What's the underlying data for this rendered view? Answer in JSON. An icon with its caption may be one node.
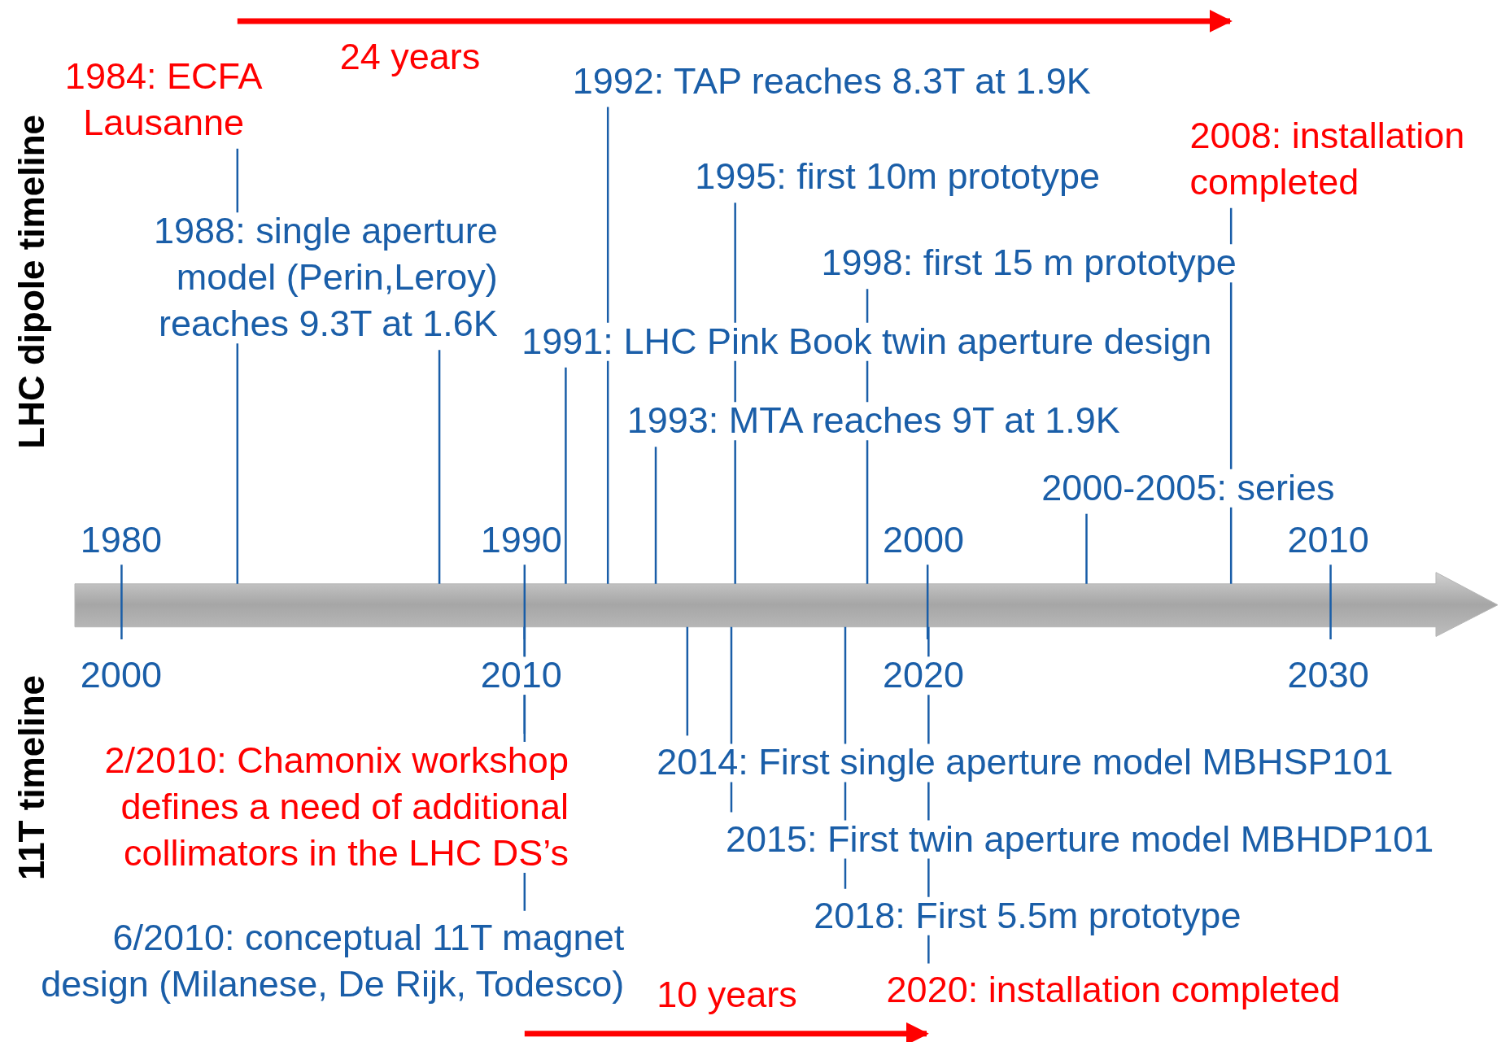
{
  "diagram": {
    "nodes": [
      {
        "text": [
          "1984: ECFA Lausanne"
        ]
      },
      {
        "text": [
          "1988: single aperture model (Perin,Leroy) reaches 9.3T at 1.6K"
        ]
      },
      {
        "text": [
          "1991: LHC Pink Book twin aperture design"
        ]
      },
      {
        "text": [
          "1992: TAP reaches 8.3T at 1.9K"
        ]
      },
      {
        "text": [
          "1993: MTA reaches 9T at 1.9K"
        ]
      },
      {
        "text": [
          "1995: first 10m prototype"
        ]
      },
      {
        "text": [
          "1998: first 15 m prototype"
        ]
      },
      {
        "text": [
          "2000-2005: series"
        ]
      },
      {
        "text": [
          "2008: installation completed"
        ]
      },
      {
        "text": [
          "2/2010: Chamonix workshop defines a need of additional collimators in the LHC DS’s"
        ]
      },
      {
        "text": [
          "6/2010: conceptual 11T magnet design (Milanese, De Rijk, Todesco)"
        ]
      },
      {
        "text": [
          "2014: First single aperture model MBHSP101"
        ]
      },
      {
        "text": [
          "2015: First twin aperture model MBHDP101"
        ]
      },
      {
        "text": [
          "2018: First 5.5m prototype"
        ]
      },
      {
        "text": [
          "2020: installation completed"
        ]
      }
    ],
    "edges": [
      {
        "from": 0,
        "to": null,
        "arrow": "none"
      },
      {
        "from": 1,
        "to": null,
        "arrow": "none"
      },
      {
        "from": 2,
        "to": null,
        "arrow": "none"
      },
      {
        "from": 3,
        "to": null,
        "arrow": "none"
      },
      {
        "from": 4,
        "to": null,
        "arrow": "none"
      },
      {
        "from": 5,
        "to": null,
        "arrow": "none"
      },
      {
        "from": 6,
        "to": null,
        "arrow": "none"
      },
      {
        "from": 7,
        "to": null,
        "arrow": "none"
      },
      {
        "from": 8,
        "to": null,
        "arrow": "none"
      },
      {
        "from": 9,
        "to": null,
        "arrow": "none"
      },
      {
        "from": 10,
        "to": null,
        "arrow": "none"
      },
      {
        "from": 11,
        "to": null,
        "arrow": "none"
      },
      {
        "from": 12,
        "to": null,
        "arrow": "none"
      },
      {
        "from": 13,
        "to": null,
        "arrow": "none"
      },
      {
        "from": 14,
        "to": null,
        "arrow": "none"
      }
    ],
    "labels": [
      "24 years",
      "LHC dipole timeline",
      "1980",
      "1990",
      "2000",
      "2010",
      "2000",
      "2010",
      "2020",
      "2030",
      "11T timeline",
      "10 years"
    ]
  }
}
